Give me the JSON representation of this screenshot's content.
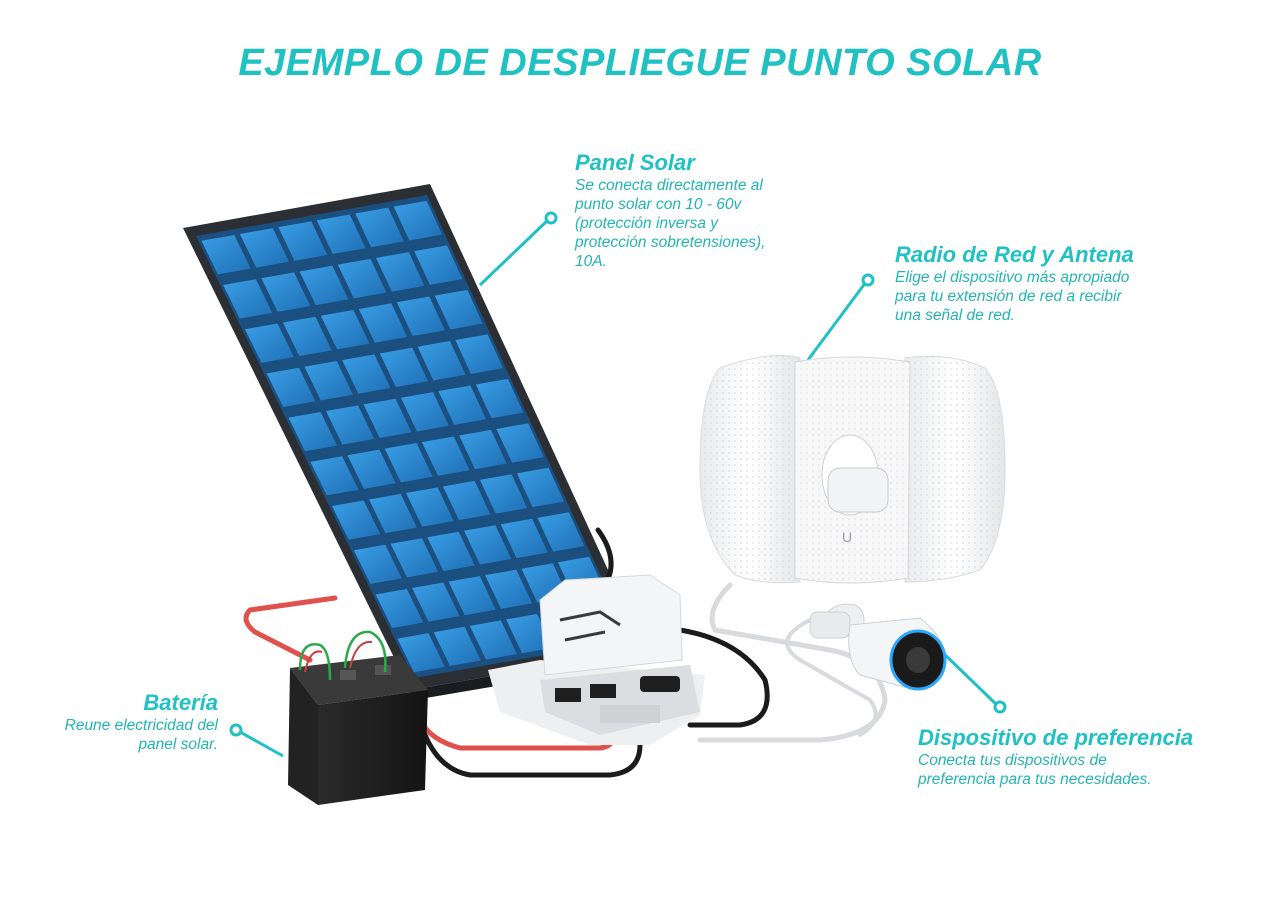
{
  "title": "EJEMPLO DE DESPLIEGUE PUNTO SOLAR",
  "callouts": {
    "panel": {
      "heading": "Panel Solar",
      "lines": [
        "Se conecta directamente al",
        "punto solar con 10 - 60v",
        "(protección inversa y",
        "protección sobretensiones),",
        "10A."
      ]
    },
    "radio": {
      "heading": "Radio de Red y Antena",
      "lines": [
        "Elige el dispositivo más apropiado",
        "para tu extensión de red a recibir",
        "una señal de red."
      ]
    },
    "battery": {
      "heading": "Batería",
      "lines": [
        "Reune electricidad del",
        "panel solar."
      ]
    },
    "device": {
      "heading": "Dispositivo de preferencia",
      "lines": [
        "Conecta tus dispositivos de",
        "preferencia para tus necesidades."
      ]
    }
  },
  "colors": {
    "accent": "#1fc1c3",
    "panel_cell": "#2f8fd6",
    "panel_frame": "#2b2e33",
    "cable_red": "#e0504d",
    "cable_black": "#1b1b1b"
  },
  "icons": [
    "solar-panel-icon",
    "battery-icon",
    "controller-box-icon",
    "antenna-dish-icon",
    "camera-icon"
  ]
}
